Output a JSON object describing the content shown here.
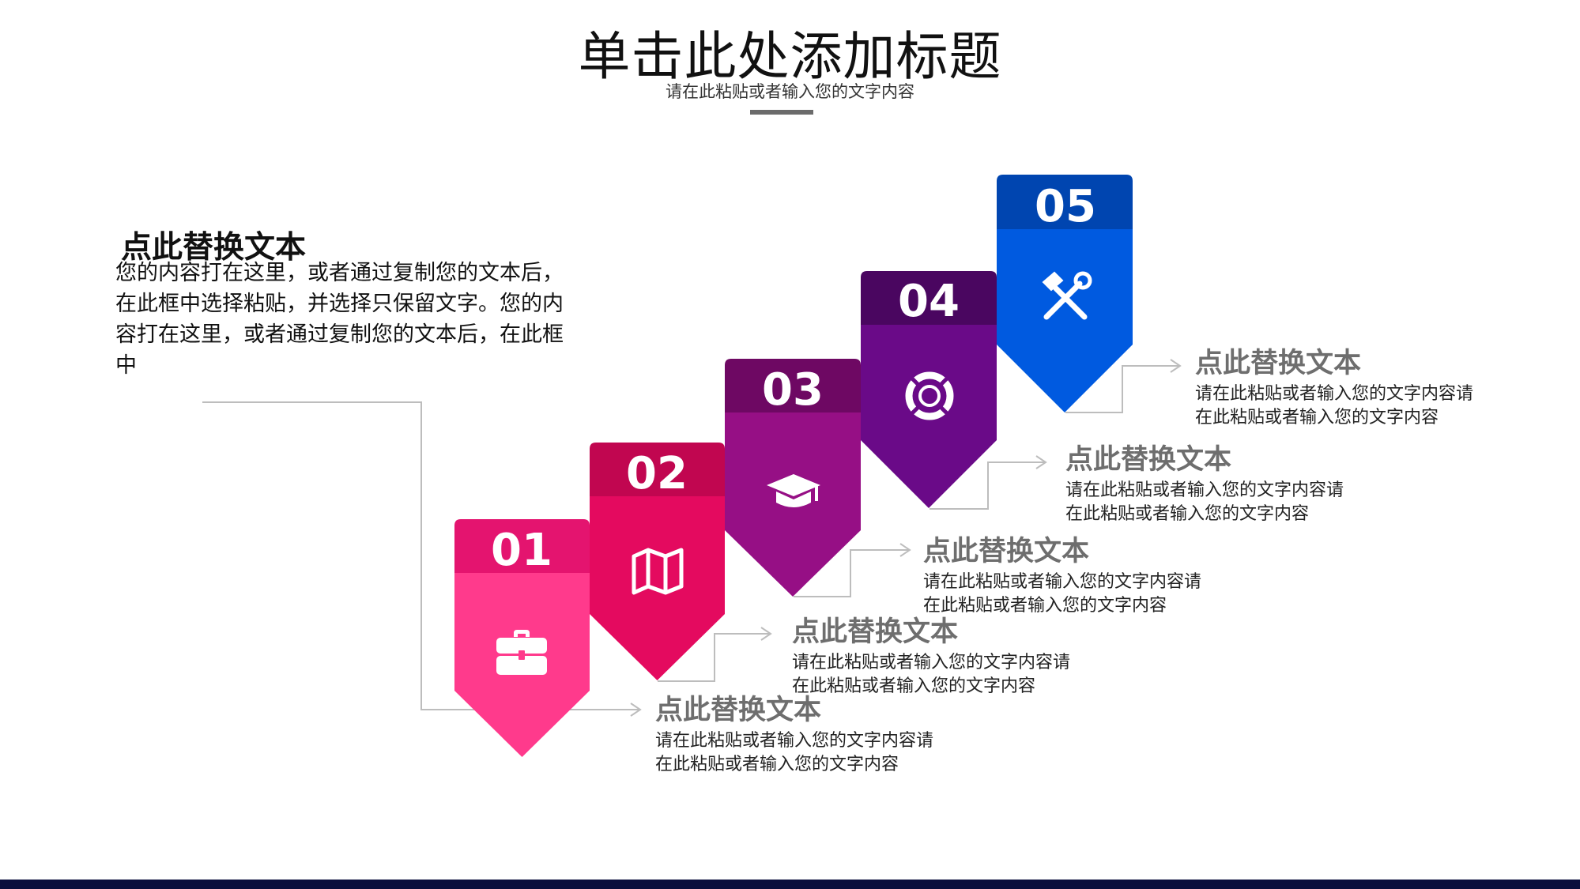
{
  "header": {
    "title": "单击此处添加标题",
    "subtitle": "请在此粘贴或者输入您的文字内容"
  },
  "intro": {
    "heading": "点此替换文本",
    "body": "您的内容打在这里，或者通过复制您的文本后，在此框中选择粘贴，并选择只保留文字。您的内容打在这里，或者通过复制您的文本后，在此框中"
  },
  "steps": [
    {
      "number": "01",
      "icon": "briefcase-icon",
      "top_color": "#e4146f",
      "body_color": "#ff3a8c",
      "title": "点此替换文本",
      "line1": "请在此粘贴或者输入您的文字内容请",
      "line2": "在此粘贴或者输入您的文字内容"
    },
    {
      "number": "02",
      "icon": "map-icon",
      "top_color": "#c10650",
      "body_color": "#e40a5f",
      "title": "点此替换文本",
      "line1": "请在此粘贴或者输入您的文字内容请",
      "line2": "在此粘贴或者输入您的文字内容"
    },
    {
      "number": "03",
      "icon": "graduation-cap-icon",
      "top_color": "#6e0863",
      "body_color": "#960f85",
      "title": "点此替换文本",
      "line1": "请在此粘贴或者输入您的文字内容请",
      "line2": "在此粘贴或者输入您的文字内容"
    },
    {
      "number": "04",
      "icon": "lifebuoy-icon",
      "top_color": "#4a0660",
      "body_color": "#6a0a88",
      "title": "点此替换文本",
      "line1": "请在此粘贴或者输入您的文字内容请",
      "line2": "在此粘贴或者输入您的文字内容"
    },
    {
      "number": "05",
      "icon": "tools-icon",
      "top_color": "#0045b0",
      "body_color": "#005ae0",
      "title": "点此替换文本",
      "line1": "请在此粘贴或者输入您的文字内容请",
      "line2": "在此粘贴或者输入您的文字内容"
    }
  ],
  "colors": {
    "connector": "#bdbdbd",
    "footer": "#0a0f3c",
    "accent_bar": "#6b6b6b"
  }
}
